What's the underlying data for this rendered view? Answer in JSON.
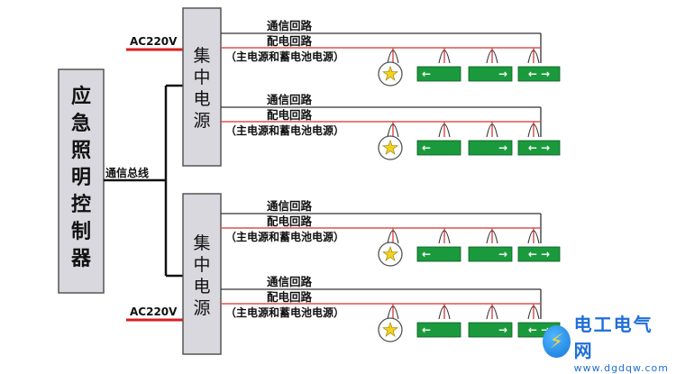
{
  "controller": {
    "label": "应急照明控制器"
  },
  "bus_label": "通信总线",
  "ac_labels": [
    "AC220V",
    "AC220V"
  ],
  "psu_label": "集中电源",
  "circuit_labels": {
    "comm": "通信回路",
    "power": "配电回路",
    "source": "（主电源和蓄电池电源）"
  },
  "sign_arrows": [
    "←",
    "→",
    "← →"
  ],
  "colors": {
    "box_fill": "#d9d8de",
    "box_stroke": "#555555",
    "line": "#333333",
    "ac_line": "#d81e1e",
    "power_line": "#e05050",
    "sign_fill": "#1a9a3c",
    "star": "#f2d21c"
  },
  "watermark": {
    "title": "电工电气网",
    "url": "www.dgdqw.com"
  }
}
